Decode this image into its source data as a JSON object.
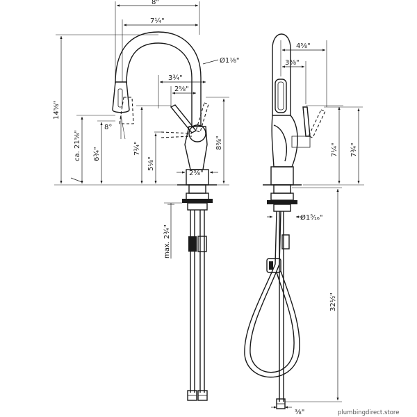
{
  "dimensions": {
    "overall_width": "8\"",
    "spout_reach": "7¼\"",
    "spout_diameter": "Ø1⅛\"",
    "handle_reach": "3¾\"",
    "handle_reach_inner": "2⅝\"",
    "spray_angle": "8°",
    "total_height": "14⅝\"",
    "spray_clearance": "ca. 21⅝\"",
    "spout_tip_height": "6¾\"",
    "handle_top_height": "7¾\"",
    "handle_base_height": "5⅛\"",
    "body_height": "8⅜\"",
    "base_diameter": "2⅜\"",
    "side_depth_outer": "4⅝\"",
    "side_depth_inner": "3⅜\"",
    "side_handle_height": "7¼\"",
    "side_handle_top": "7¾\"",
    "max_deck_thickness": "max. 2¾\"",
    "shank_diameter": "Ø1⁵⁄₁₆\"",
    "hose_length": "32½\"",
    "supply_spacing": "⅜\""
  },
  "watermark": "plumbingdirect.store"
}
